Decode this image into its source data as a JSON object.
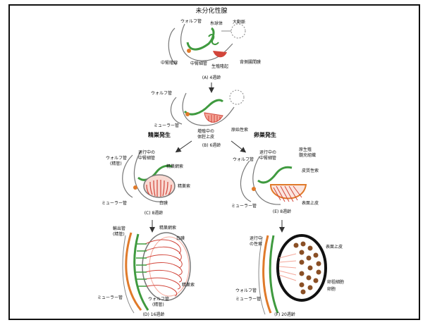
{
  "colors": {
    "green": "#3f9a3f",
    "orange": "#e07a2a",
    "red": "#d2453a",
    "pink": "#f4a79a",
    "brown": "#8a4f25",
    "line": "#7a7a7a",
    "black": "#111111"
  },
  "title": "未分化性腺",
  "stage_a": {
    "wolffian_duct": "ウォルフ管",
    "glomerulus": "糸球体",
    "aorta": "大動脈",
    "mesonephric_ridge": "中腎隆線",
    "mesonephric_tubule": "中腎細管",
    "genital_ridge": "生殖隆起",
    "dorsal_mesentery": "背側腸間膜",
    "caption": "(A) 4週齢"
  },
  "stage_b": {
    "wolffian_duct": "ウォルフ管",
    "mullerian_duct": "ミューラー管",
    "proliferating_epithelium_line1": "増殖中の",
    "proliferating_epithelium_line2": "体腔上皮",
    "primitive_sex_cords": "原始性索",
    "caption": "(B) 6週齢"
  },
  "branch_left": "精巣発生",
  "branch_right": "卵巣発生",
  "stage_c": {
    "degenerating_tubule_line1": "退行中の",
    "degenerating_tubule_line2": "中腎細管",
    "wolffian_duct_line1": "ウォルフ管",
    "wolffian_duct_line2": "(精管)",
    "rete_testis": "精巣網索",
    "testis_cords": "精巣索",
    "tunica_albuginea": "白膜",
    "mullerian_duct": "ミューラー管",
    "caption": "(C) 8週齢"
  },
  "stage_d": {
    "efferent_ducts_line1": "輸出管",
    "efferent_ducts_line2": "(精管)",
    "rete_testis": "精巣網索",
    "tunica_albuginea": "白膜",
    "testis_cords": "精巣索",
    "mullerian_duct": "ミューラー管",
    "wolffian_duct_line1": "ウォルフ管",
    "wolffian_duct_line2": "(精管)",
    "caption": "(D) 16週齢"
  },
  "stage_e": {
    "degenerating_tubule_line1": "退行中の",
    "degenerating_tubule_line2": "中腎細管",
    "wolffian_duct": "ウォルフ管",
    "primitive_medullary_line1": "原生殖",
    "primitive_medullary_line2": "髄充組織",
    "cortical_cords": "皮質性索",
    "surface_epithelium": "表面上皮",
    "mullerian_duct": "ミューラー管",
    "caption": "(E) 8週齢"
  },
  "stage_f": {
    "degenerating_cords_line1": "退行中",
    "degenerating_cords_line2": "の性索",
    "surface_epithelium": "表面上皮",
    "oocyte": "卵祖細胞",
    "follicle": "卵胞",
    "wolffian_duct": "ウォルフ管",
    "mullerian_duct": "ミューラー管",
    "caption": "(F) 20週齢"
  }
}
